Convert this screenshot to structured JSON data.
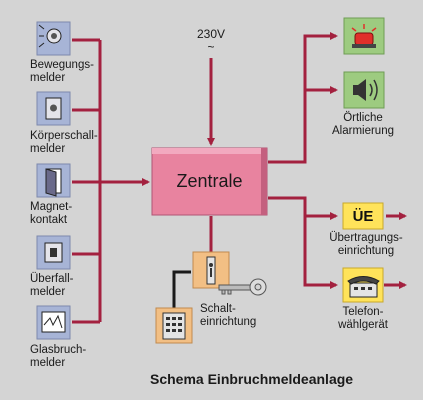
{
  "power": {
    "voltage": "230V",
    "symbol": "~"
  },
  "central": {
    "label": "Zentrale"
  },
  "inputs": [
    {
      "lines": [
        "Bewegungs-",
        "melder"
      ]
    },
    {
      "lines": [
        "Körperschall-",
        "melder"
      ]
    },
    {
      "lines": [
        "Magnet-",
        "kontakt"
      ]
    },
    {
      "lines": [
        "Überfall-",
        "melder"
      ]
    },
    {
      "lines": [
        "Glasbruch-",
        "melder"
      ]
    }
  ],
  "outputs": [
    {
      "lines": []
    },
    {
      "lines": [
        "Örtliche",
        "Alarmierung"
      ]
    },
    {
      "lines": [
        "Übertragungs-",
        "einrichtung"
      ],
      "badge": "ÜE"
    },
    {
      "lines": [
        "Telefon-",
        "wählgerät"
      ]
    }
  ],
  "switch": {
    "lines": [
      "Schalt-",
      "einrichtung"
    ]
  },
  "caption": "Schema Einbruchmeldeanlage",
  "colors": {
    "background": "#d4d4d4",
    "wire": "#a3213f",
    "central": "#e8839f",
    "sensor_box": "#a7b4d6",
    "output_box": "#9dcb80",
    "transmission_box": "#ffe35a",
    "switch_box": "#f2bf84"
  }
}
